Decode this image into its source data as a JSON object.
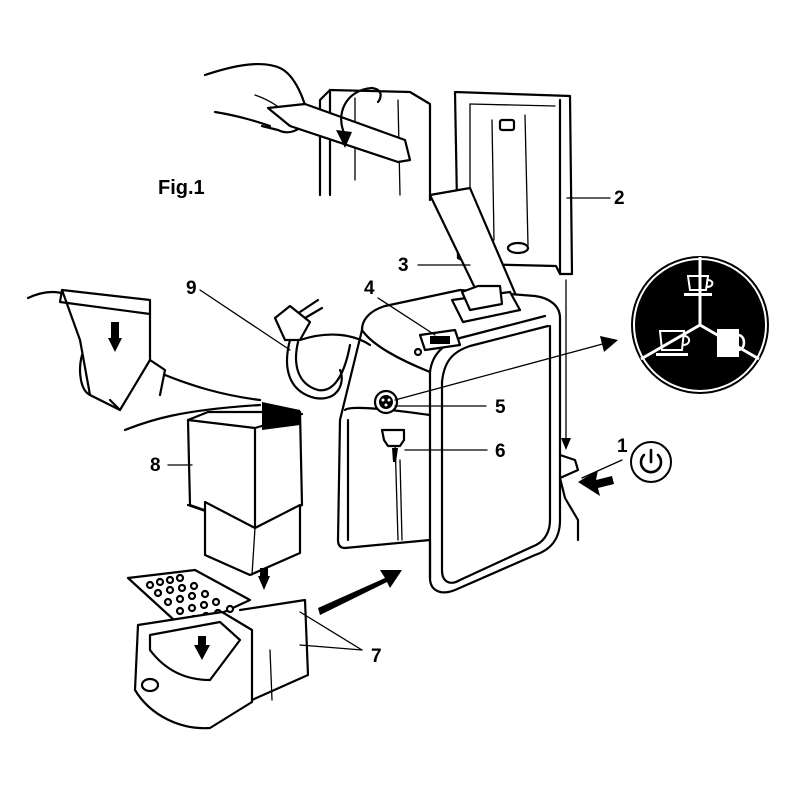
{
  "figure": {
    "title": "Fig.1"
  },
  "callouts": [
    {
      "id": "c1",
      "text": "1"
    },
    {
      "id": "c2",
      "text": "2"
    },
    {
      "id": "c3",
      "text": "3"
    },
    {
      "id": "c4",
      "text": "4"
    },
    {
      "id": "c5",
      "text": "5"
    },
    {
      "id": "c6",
      "text": "6"
    },
    {
      "id": "c7",
      "text": "7"
    },
    {
      "id": "c8",
      "text": "8"
    },
    {
      "id": "c9",
      "text": "9"
    }
  ],
  "icons": {
    "power": "power-icon",
    "selector": [
      "espresso-cup-icon",
      "coffee-cup-icon",
      "mug-icon"
    ]
  },
  "colors": {
    "line": "#000000",
    "background": "#ffffff"
  }
}
